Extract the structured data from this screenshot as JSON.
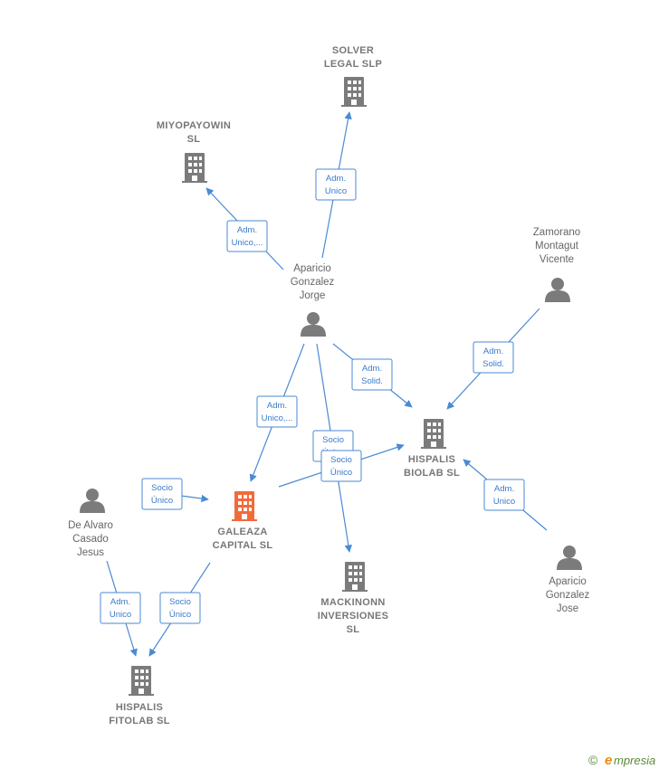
{
  "colors": {
    "edge": "#4a8ad4",
    "node": "#7b7b7b",
    "highlight": "#f26a3a",
    "brand_green": "#5a8a3a",
    "brand_orange": "#ee8a00"
  },
  "nodes": {
    "solver": {
      "type": "company",
      "lines": [
        "SOLVER",
        "LEGAL  SLP"
      ]
    },
    "miyo": {
      "type": "company",
      "lines": [
        "MIYOPAYOWIN",
        "SL"
      ]
    },
    "aparicio_jorge": {
      "type": "person",
      "lines": [
        "Aparicio",
        "Gonzalez",
        "Jorge"
      ]
    },
    "zamorano": {
      "type": "person",
      "lines": [
        "Zamorano",
        "Montagut",
        "Vicente"
      ]
    },
    "biolab": {
      "type": "company",
      "lines": [
        "HISPALIS",
        "BIOLAB  SL"
      ]
    },
    "galeaza": {
      "type": "company-main",
      "lines": [
        "GALEAZA",
        "CAPITAL  SL"
      ]
    },
    "dealvaro": {
      "type": "person",
      "lines": [
        "De Alvaro",
        "Casado",
        "Jesus"
      ]
    },
    "mackinonn": {
      "type": "company",
      "lines": [
        "MACKINONN",
        "INVERSIONES",
        "SL"
      ]
    },
    "aparicio_jose": {
      "type": "person",
      "lines": [
        "Aparicio",
        "Gonzalez",
        "Jose"
      ]
    },
    "fitolab": {
      "type": "company",
      "lines": [
        "HISPALIS",
        "FITOLAB  SL"
      ]
    }
  },
  "edges": [
    {
      "from": "aparicio_jorge",
      "to": "solver",
      "lines": [
        "Adm.",
        "Unico"
      ]
    },
    {
      "from": "aparicio_jorge",
      "to": "miyo",
      "lines": [
        "Adm.",
        "Unico,..."
      ]
    },
    {
      "from": "aparicio_jorge",
      "to": "biolab",
      "lines": [
        "Adm.",
        "Solid."
      ]
    },
    {
      "from": "aparicio_jorge",
      "to": "galeaza",
      "lines": [
        "Adm.",
        "Unico,..."
      ]
    },
    {
      "from": "aparicio_jorge",
      "to": "mackinonn",
      "lines": [
        "Socio",
        "Único"
      ]
    },
    {
      "from": "zamorano",
      "to": "biolab",
      "lines": [
        "Adm.",
        "Solid."
      ]
    },
    {
      "from": "galeaza",
      "to": "biolab",
      "lines": [
        "Socio",
        "Único"
      ]
    },
    {
      "from": "aparicio_jose",
      "to": "biolab",
      "lines": [
        "Adm.",
        "Unico"
      ]
    },
    {
      "from": "dealvaro",
      "to": "galeaza",
      "lines": [
        "Socio",
        "Único"
      ]
    },
    {
      "from": "dealvaro",
      "to": "fitolab",
      "lines": [
        "Adm.",
        "Unico"
      ]
    },
    {
      "from": "galeaza",
      "to": "fitolab",
      "lines": [
        "Socio",
        "Único"
      ]
    }
  ],
  "brand": {
    "copyright": "©",
    "initial": "e",
    "rest": "mpresia"
  }
}
